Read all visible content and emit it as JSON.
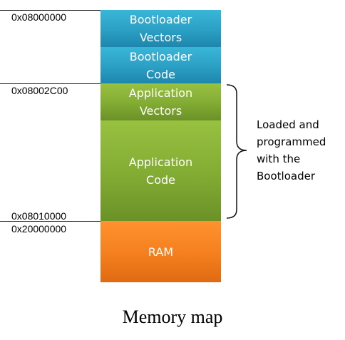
{
  "memory_map": {
    "addresses": {
      "bootloader_start": "0x08000000",
      "application_start": "0x08002C00",
      "flash_end": "0x08010000",
      "ram_start": "0x20000000"
    },
    "regions": {
      "bootloader_vectors": [
        "Bootloader",
        "Vectors"
      ],
      "bootloader_code": [
        "Bootloader",
        "Code"
      ],
      "application_vectors": [
        "Application",
        "Vectors"
      ],
      "application_code": [
        "Application",
        "Code"
      ],
      "ram": [
        "RAM"
      ]
    },
    "region_colors": {
      "bootloader": "#2b9fc4",
      "application": "#82ab33",
      "ram": "#f47f1e"
    },
    "annotation": [
      "Loaded and",
      "programmed",
      "with the",
      "Bootloader"
    ]
  },
  "caption": "Memory map"
}
